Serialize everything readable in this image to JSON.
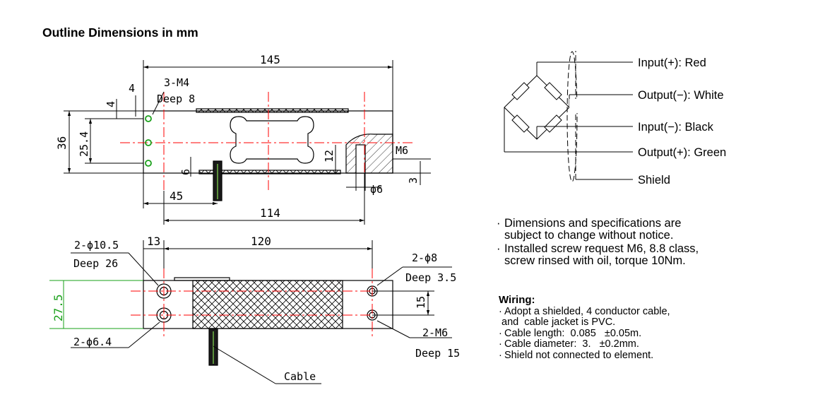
{
  "title": "Outline Dimensions in mm",
  "colors": {
    "line": "#000000",
    "centerline": "#ff0000",
    "hole": "#1aa01a",
    "dim_green": "#1aa01a"
  },
  "top_view": {
    "overall_length": "145",
    "hole_callout": "3-M4",
    "hole_depth": "Deep 8",
    "edge_offset_x": "4",
    "edge_offset_y": "4",
    "height": "36",
    "hole_span": "25.4",
    "cable_height": "6",
    "cable_offset": "45",
    "mount_span": "114",
    "thread_depth": "12",
    "thread": "M6",
    "thread_dia": "ϕ6",
    "thread_bottom": "3"
  },
  "bottom_view": {
    "left_holes": "2-ϕ10.5",
    "left_depth": "Deep 26",
    "left_offset": "13",
    "span": "120",
    "right_holes": "2-ϕ8",
    "right_depth": "Deep 3.5",
    "width": "27.5",
    "right_pitch": "15",
    "left_thru": "2-ϕ6.4",
    "right_thread": "2-M6",
    "right_thread_depth": "Deep 15",
    "cable_label": "Cable"
  },
  "wiring": {
    "labels": [
      "Input(+): Red",
      "Output(−): White",
      "Input(−): Black",
      "Output(+): Green",
      "Shield"
    ]
  },
  "notes": [
    "Dimensions and specifications are",
    "subject to change without notice.",
    "Installed screw request M6, 8.8 class,",
    "screw rinsed with oil, torque 10Nm."
  ],
  "wiring_notes": {
    "heading": "Wiring:",
    "lines": [
      "Adopt a shielded, 4 conductor cable,",
      "and  cable jacket is PVC.",
      "Cable length:  0.085   ±0.05m.",
      "Cable diameter:  3.   ±0.2mm.",
      "Shield not connected to element."
    ]
  }
}
